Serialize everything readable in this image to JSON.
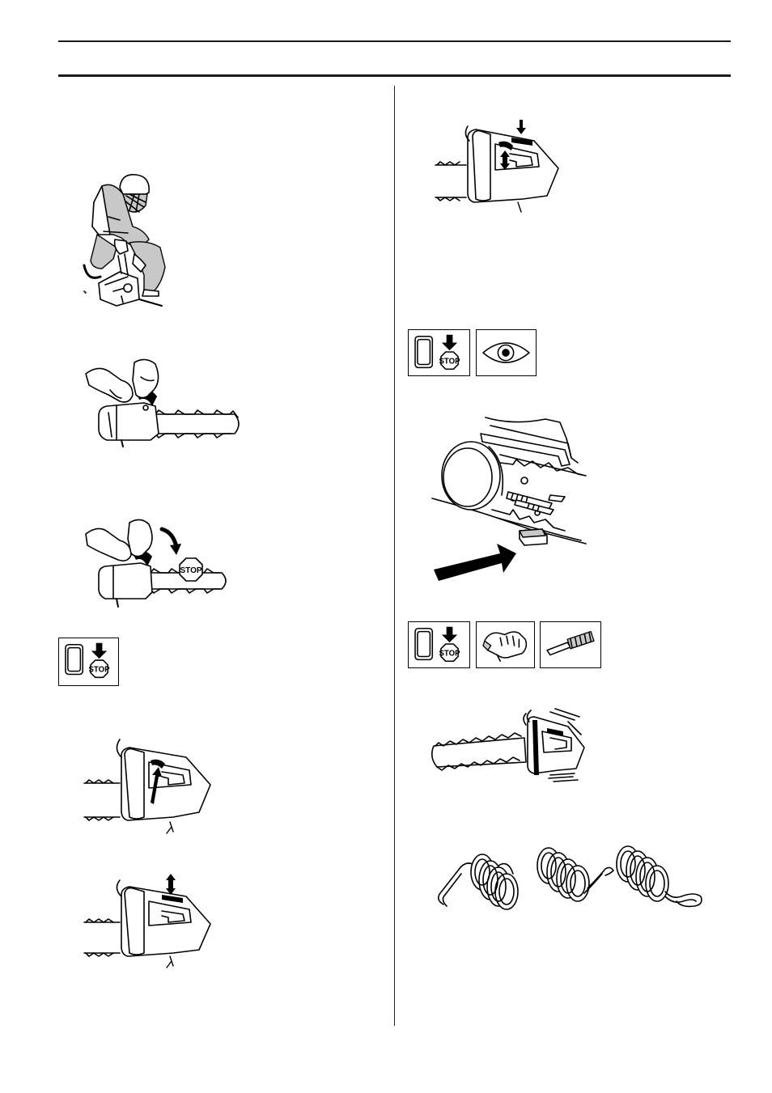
{
  "page": {
    "header_rule_top": "",
    "header_rule_bottom": ""
  },
  "symbols": {
    "stop_label": "STOP",
    "icons": [
      "switch-stop-icon",
      "eye-icon",
      "glove-icon",
      "brush-icon"
    ]
  },
  "illustrations": {
    "left": [
      "operator-kneeling-starting-chainsaw",
      "hand-on-chain-brake-handle",
      "hand-activating-chain-brake-stop",
      "throttle-lockout-pressed",
      "throttle-lockout-released"
    ],
    "right": [
      "throttle-lockout-check",
      "chain-catcher-closeup",
      "vibration-damping-unit",
      "damping-springs"
    ]
  },
  "sign_text": {
    "brake_stop": "STOP"
  }
}
